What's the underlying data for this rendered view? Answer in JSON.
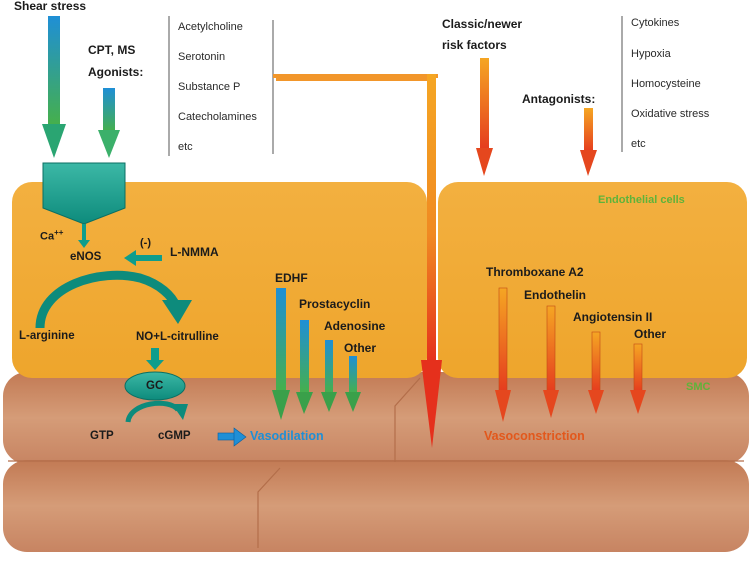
{
  "inputs": {
    "shear_stress": "Shear stress",
    "cpt_ms": "CPT, MS",
    "agonists": "Agonists:",
    "agonist_list": [
      "Acetylcholine",
      "Serotonin",
      "Substance P",
      "Catecholamines",
      "etc"
    ],
    "risk_factors_line1": "Classic/newer",
    "risk_factors_line2": "risk factors",
    "antagonists": "Antagonists:",
    "antagonist_list": [
      "Cytokines",
      "Hypoxia",
      "Homocysteine",
      "Oxidative stress",
      "etc"
    ]
  },
  "layers": {
    "endothelial": "Endothelial cells",
    "smc": "SMC"
  },
  "pathway": {
    "ca": "Ca",
    "ca_sup": "++",
    "enos": "eNOS",
    "inhibitor_sign": "(-)",
    "lnmma": "L-NMMA",
    "larginine": "L-arginine",
    "no_citrulline": "NO+L-citrulline",
    "gc": "GC",
    "gtp": "GTP",
    "cgmp": "cGMP"
  },
  "dilators": [
    "EDHF",
    "Prostacyclin",
    "Adenosine",
    "Other"
  ],
  "constrictors": [
    "Thromboxane A2",
    "Endothelin",
    "Angiotensin II",
    "Other"
  ],
  "outcomes": {
    "vasodilation": "Vasodilation",
    "vasoconstriction": "Vasoconstriction"
  },
  "colors": {
    "endothelium": "#f0a830",
    "smc": "#c98a63",
    "dilation_blue": "#1f8fd6",
    "constriction_orange": "#e2581c",
    "teal": "#0f9d8c",
    "label_green": "#5fb33a"
  }
}
